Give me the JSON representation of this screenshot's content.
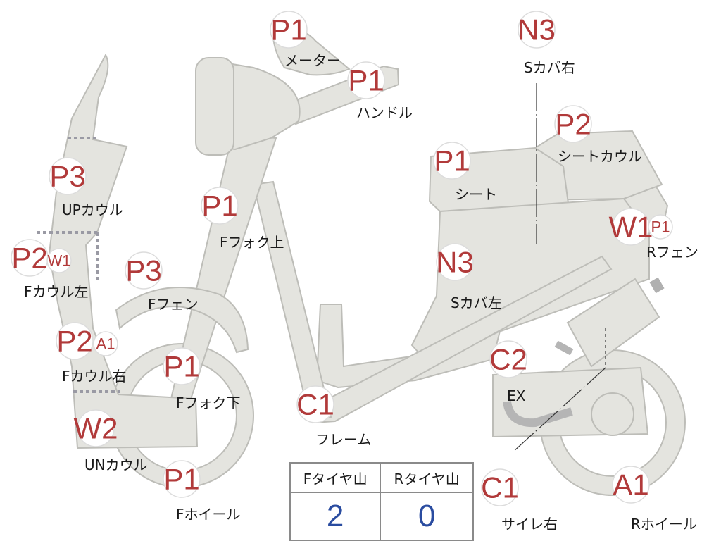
{
  "badges": [
    {
      "id": "meter",
      "code": "P1",
      "label": "メーター"
    },
    {
      "id": "handle",
      "code": "P1",
      "label": "ハンドル"
    },
    {
      "id": "s-cover-right",
      "code": "N3",
      "label": "Sカバ右"
    },
    {
      "id": "seat-cowl",
      "code": "P2",
      "label": "シートカウル"
    },
    {
      "id": "seat",
      "code": "P1",
      "label": "シート"
    },
    {
      "id": "r-fender-w1",
      "code": "W1",
      "label": "Rフェン"
    },
    {
      "id": "r-fender-p1",
      "code": "P1",
      "label": ""
    },
    {
      "id": "up-cowl",
      "code": "P3",
      "label": "UPカウル"
    },
    {
      "id": "f-fork-upper",
      "code": "P1",
      "label": "Fフォク上"
    },
    {
      "id": "f-cowl-left-p2",
      "code": "P2",
      "label": "Fカウル左"
    },
    {
      "id": "f-cowl-left-w1",
      "code": "W1",
      "label": ""
    },
    {
      "id": "f-fender",
      "code": "P3",
      "label": "Fフェン"
    },
    {
      "id": "s-cover-left",
      "code": "N3",
      "label": "Sカバ左"
    },
    {
      "id": "f-cowl-right-p2",
      "code": "P2",
      "label": "Fカウル右"
    },
    {
      "id": "f-cowl-right-a1",
      "code": "A1",
      "label": ""
    },
    {
      "id": "f-fork-lower",
      "code": "P1",
      "label": "Fフォク下"
    },
    {
      "id": "exhaust",
      "code": "C2",
      "label": "EX"
    },
    {
      "id": "frame",
      "code": "C1",
      "label": "フレーム"
    },
    {
      "id": "un-cowl",
      "code": "W2",
      "label": "UNカウル"
    },
    {
      "id": "f-wheel",
      "code": "P1",
      "label": "Fホイール"
    },
    {
      "id": "silencer-right",
      "code": "C1",
      "label": "サイレ右"
    },
    {
      "id": "r-wheel",
      "code": "A1",
      "label": "Rホイール"
    }
  ],
  "tread_table": {
    "headers": [
      "Fタイヤ山",
      "Rタイヤ山"
    ],
    "values": [
      "2",
      "0"
    ]
  },
  "colors": {
    "part_fill": "#e4e4df",
    "part_stroke": "#bdbdb8",
    "code_text": "#b13a3a",
    "tread_value": "#2a4ca0"
  }
}
